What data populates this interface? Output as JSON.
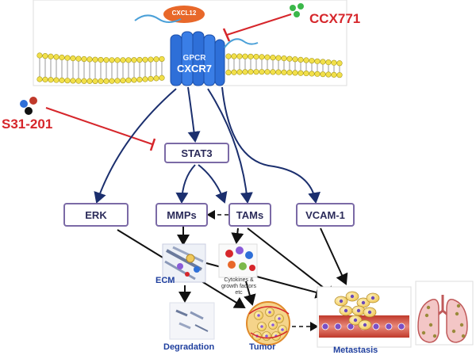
{
  "ligand": "CXCL12",
  "receptor": {
    "top": "GPCR",
    "name": "CXCR7"
  },
  "inhibitors": [
    {
      "name": "CCX771",
      "color": "#d6262b"
    },
    {
      "name": "S31-201",
      "color": "#d6262b"
    }
  ],
  "nodes": {
    "stat3": "STAT3",
    "erk": "ERK",
    "mmps": "MMPs",
    "tams": "TAMs",
    "vcam1": "VCAM-1"
  },
  "labels": {
    "ecm": "ECM",
    "cytokines": "Cytokines & growth factors etc",
    "degradation": "Degradation",
    "tumor": "Tumor",
    "metastasis": "Metastasis"
  },
  "colors": {
    "accent_red": "#d6262b",
    "box_border": "#7b6aa6",
    "arrow_navy": "#1b2f6e",
    "membrane_head": "#f2e04a",
    "receptor_blue": "#2e6fd8",
    "ligand_orange": "#e8682a"
  }
}
